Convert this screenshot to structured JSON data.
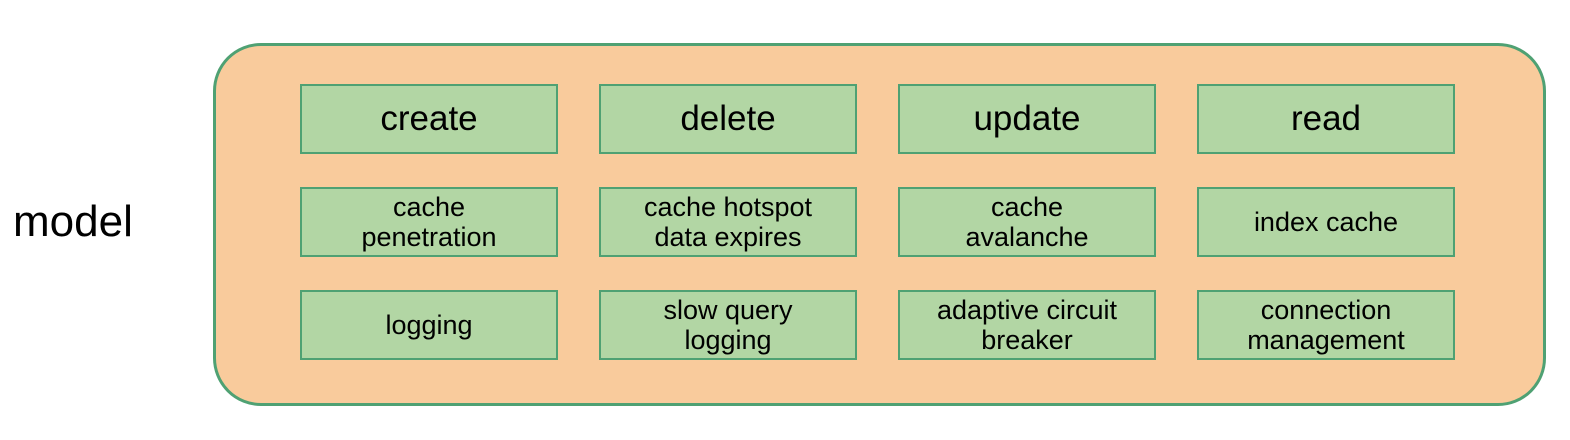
{
  "diagram": {
    "label": "model",
    "grid": {
      "columns": [
        {
          "top": "create",
          "middle": "cache\npenetration",
          "bottom": "logging"
        },
        {
          "top": "delete",
          "middle": "cache hotspot\ndata expires",
          "bottom": "slow query\nlogging"
        },
        {
          "top": "update",
          "middle": "cache\navalanche",
          "bottom": "adaptive circuit\nbreaker"
        },
        {
          "top": "read",
          "middle": "index cache",
          "bottom": "connection\nmanagement"
        }
      ]
    }
  },
  "colors": {
    "background": "#ffffff",
    "container_fill": "#f9cb9c",
    "container_border": "#4fa173",
    "box_fill": "#b2d6a4",
    "box_border": "#4fa173",
    "text": "#000000"
  }
}
